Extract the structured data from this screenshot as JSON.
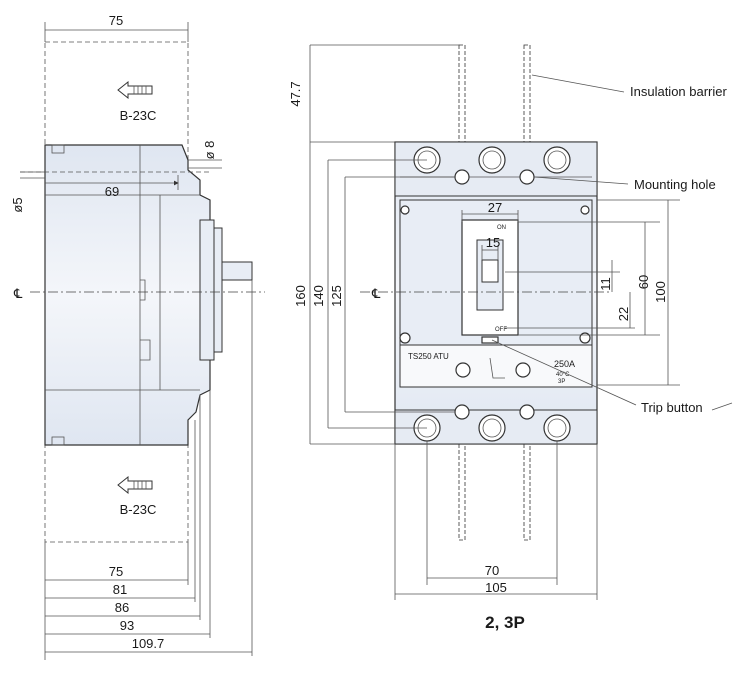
{
  "side_view": {
    "dim_top_width": "75",
    "accessory_top": "B-23C",
    "accessory_bottom": "B-23C",
    "dim_hole_dia": "ø 8",
    "dim_small_dia": "ø5",
    "dim_inner_width": "69",
    "centerline_symbol": "℄",
    "dims_bottom": [
      "75",
      "81",
      "86",
      "93",
      "109.7"
    ]
  },
  "front_view": {
    "dim_barrier_height": "47.7",
    "dim_total_height": "160",
    "dim_height_140": "140",
    "dim_height_125": "125",
    "centerline_symbol": "℄",
    "dim_handle_width": "27",
    "dim_handle_inner": "15",
    "dim_60": "60",
    "dim_100": "100",
    "dim_11": "11",
    "dim_22": "22",
    "dim_pitch": "70",
    "dim_width": "105",
    "handle_on": "ON",
    "handle_off": "OFF",
    "nameplate_model": "TS250 ATU",
    "nameplate_rating": "250A",
    "nameplate_temp": "40°C",
    "nameplate_poles": "3P",
    "caption": "2, 3P"
  },
  "callouts": {
    "insulation_barrier": "Insulation barrier",
    "mounting_hole": "Mounting hole",
    "trip_button": "Trip button"
  }
}
